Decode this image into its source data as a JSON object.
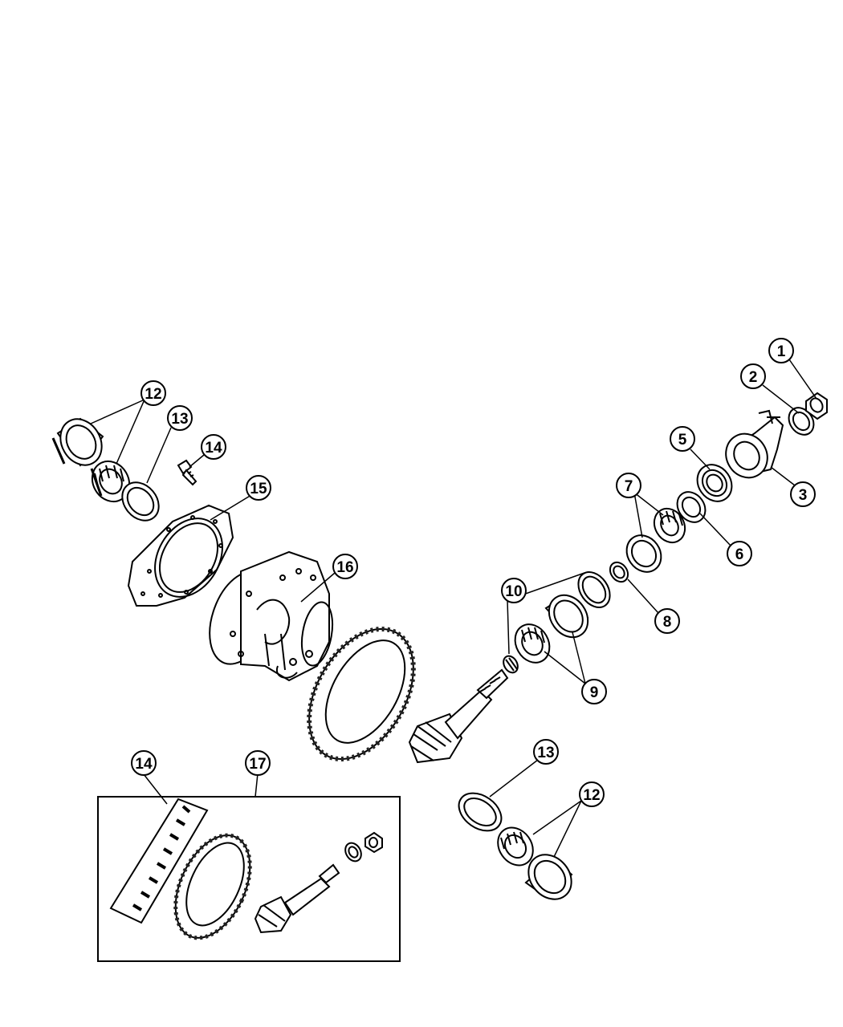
{
  "diagram": {
    "callouts": [
      {
        "id": "c1",
        "label": "1"
      },
      {
        "id": "c2",
        "label": "2"
      },
      {
        "id": "c3",
        "label": "3"
      },
      {
        "id": "c5",
        "label": "5"
      },
      {
        "id": "c6",
        "label": "6"
      },
      {
        "id": "c7",
        "label": "7"
      },
      {
        "id": "c8",
        "label": "8"
      },
      {
        "id": "c9",
        "label": "9"
      },
      {
        "id": "c10",
        "label": "10"
      },
      {
        "id": "c12a",
        "label": "12"
      },
      {
        "id": "c12b",
        "label": "12"
      },
      {
        "id": "c13a",
        "label": "13"
      },
      {
        "id": "c13b",
        "label": "13"
      },
      {
        "id": "c14a",
        "label": "14"
      },
      {
        "id": "c14b",
        "label": "14"
      },
      {
        "id": "c15",
        "label": "15"
      },
      {
        "id": "c16",
        "label": "16"
      },
      {
        "id": "c17",
        "label": "17"
      }
    ],
    "colors": {
      "ink": "#000000",
      "paper": "#ffffff",
      "shade": "#222222"
    }
  }
}
